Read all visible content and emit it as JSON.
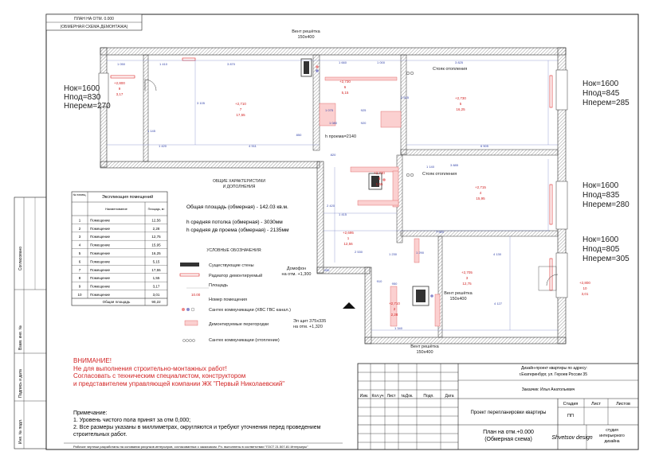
{
  "sheet": {
    "title_line1": "ПЛАН НА ОТМ. 0.000",
    "title_line2": "(ОБМЕРНАЯ СХЕМА ДЕМОНТАЖА)"
  },
  "vents": {
    "top": {
      "l1": "Вент решётка",
      "l2": "150х400"
    },
    "middle": {
      "l1": "Вент решётка",
      "l2": "150х400"
    },
    "bottom": {
      "l1": "Вент решётка",
      "l2": "150х400"
    }
  },
  "heating": {
    "riser1": "Стояк отопления",
    "riser2": "Стояк отопления"
  },
  "openings": {
    "left": {
      "h_ok": "Hок=1600",
      "h_pod": "Hпод=830",
      "h_per": "Hперем=270"
    },
    "right1": {
      "h_ok": "Hок=1600",
      "h_pod": "Hпод=845",
      "h_per": "Hперем=285"
    },
    "right2": {
      "h_ok": "Hок=1600",
      "h_pod": "Hпод=835",
      "h_per": "Hперем=280"
    },
    "right3": {
      "h_ok": "Hок=1600",
      "h_pod": "Hпод=805",
      "h_per": "Hперем=305"
    },
    "door_opening": "h проема=2140"
  },
  "rooms": [
    {
      "h": "+2,800",
      "num": "9",
      "area": "3,17"
    },
    {
      "h": "+2,710",
      "num": "7",
      "area": "17,55"
    },
    {
      "h": "+2,730",
      "num": "6",
      "area": "5,15"
    },
    {
      "h": "+2,730",
      "num": "5",
      "area": "16,25"
    },
    {
      "h": "+2,730",
      "num": "8",
      "area": "1,55"
    },
    {
      "h": "+2,715",
      "num": "4",
      "area": "15,95"
    },
    {
      "h": "+2,695",
      "num": "1",
      "area": "12,56"
    },
    {
      "h": "+2,705",
      "num": "3",
      "area": "12,75"
    },
    {
      "h": "+2,710",
      "num": "2",
      "area": "2,28"
    },
    {
      "h": "+2,800",
      "num": "10",
      "area": "3,01"
    }
  ],
  "dims": [
    "1 050",
    "1 410",
    "3 870",
    "1 660",
    "1 000",
    "3 825",
    "1 420",
    "4 511",
    "6 505",
    "2 515",
    "1 075",
    "925",
    "1 080",
    "920",
    "1 140",
    "3 105",
    "1 415",
    "3 885",
    "7 920",
    "4 130",
    "1 230",
    "2 530",
    "1 290",
    "4 127",
    "1 340",
    "820",
    "950",
    "430",
    "910",
    "1 145",
    "2 420",
    "850"
  ],
  "misc": {
    "domofon_l1": "Домофон",
    "domofon_l2": "на отм. +1,300",
    "shield_l1": "Эл щит 375х335",
    "shield_l2": "на отм. +1,320"
  },
  "characteristics": {
    "heading1": "ОБЩИЕ ХАРАКТЕРИСТИКИ",
    "heading2": "И ДОПОЛНЕНИЯ",
    "total": "Общая площадь (обмерная) - 142.03 кв.м.",
    "ceiling": "h средняя потолка (обмерная) - 3030мм",
    "doorway": "h средняя дв проема (обмерная) - 2135мм"
  },
  "explication": {
    "title": "Экспликация  помещений",
    "col_num": "№ помещ.",
    "col_name": "Наименование",
    "col_area": "Площадь, м²",
    "rows": [
      {
        "n": "1",
        "name": "Помещение",
        "area": "12,56"
      },
      {
        "n": "2",
        "name": "Помещение",
        "area": "2,28"
      },
      {
        "n": "3",
        "name": "Помещение",
        "area": "12,75"
      },
      {
        "n": "4",
        "name": "Помещение",
        "area": "15,95"
      },
      {
        "n": "5",
        "name": "Помещение",
        "area": "16,25"
      },
      {
        "n": "6",
        "name": "Помещение",
        "area": "5,15"
      },
      {
        "n": "7",
        "name": "Помещение",
        "area": "17,55"
      },
      {
        "n": "8",
        "name": "Помещение",
        "area": "1,55"
      },
      {
        "n": "9",
        "name": "Помещение",
        "area": "3,17"
      },
      {
        "n": "10",
        "name": "Помещение",
        "area": "3,01"
      }
    ],
    "total_label": "Общая площадь",
    "total_value": "90,22"
  },
  "legend": {
    "title": "УСЛОВНЫЕ ОБОЗНАЧЕНИЯ:",
    "walls": "Существующие стены",
    "radiator": "Радиатор демонтируемый",
    "area": "Площадь",
    "area_sample": "10.00",
    "room_number": "Номер помещения",
    "plumbing": "Сантех коммуникации (ХВС ГВС канал.)",
    "partitions": "Демонтируемые перегородки",
    "heating": "Сантех коммуникации (отопление)"
  },
  "warning": {
    "l1": "ВНИМАНИЕ!",
    "l2": "Не для выполнения строительно-монтажных работ!",
    "l3": "Согласовать с техническим специалистом, конструктором",
    "l4": "и представителем управляющей компании ЖК \"Первый Николаевский\""
  },
  "notes": {
    "title": "Примечание:",
    "n1": "1. Уровень чистого пола принят за отм 0,000;",
    "n2": "2. Все размеры указаны в миллиметрах, округляются и требуют уточнения перед проведением",
    "n3": "строительных работ."
  },
  "footer": "Рабочие чертежи разработаны на основании рисунков интерьеров, согласованных с заказчиком. Р.ч. выполнены в соответствии \"ГОСТ 21.507-81 Интерьеры\"",
  "side_stamp": {
    "s1": "Согласовано",
    "s2": "Взам. инв. №",
    "s3": "Подпись и дата",
    "s4": "Инв. № подл."
  },
  "titleblock": {
    "cols": [
      "Изм.",
      "Кол.уч",
      "Лист",
      "№Док.",
      "Подп.",
      "Дата"
    ],
    "project_l1": "Дизайн-проект квартиры по адресу:",
    "project_l2": "г.Екатеринбург, ул. Героев России 35",
    "customer": "Заказчик: Илья Анатольевич",
    "stage_h": "Стадия",
    "sheet_h": "Лист",
    "sheets_h": "Листов",
    "project_name": "Проект перепланировки квартиры",
    "stage": "ПП",
    "drawing_l1": "План на отм.+0.000",
    "drawing_l2": "(Обмерная схема)",
    "studio": "Shvetsov design",
    "studio_d1": "студия",
    "studio_d2": "интерьерного",
    "studio_d3": "дизайна"
  }
}
